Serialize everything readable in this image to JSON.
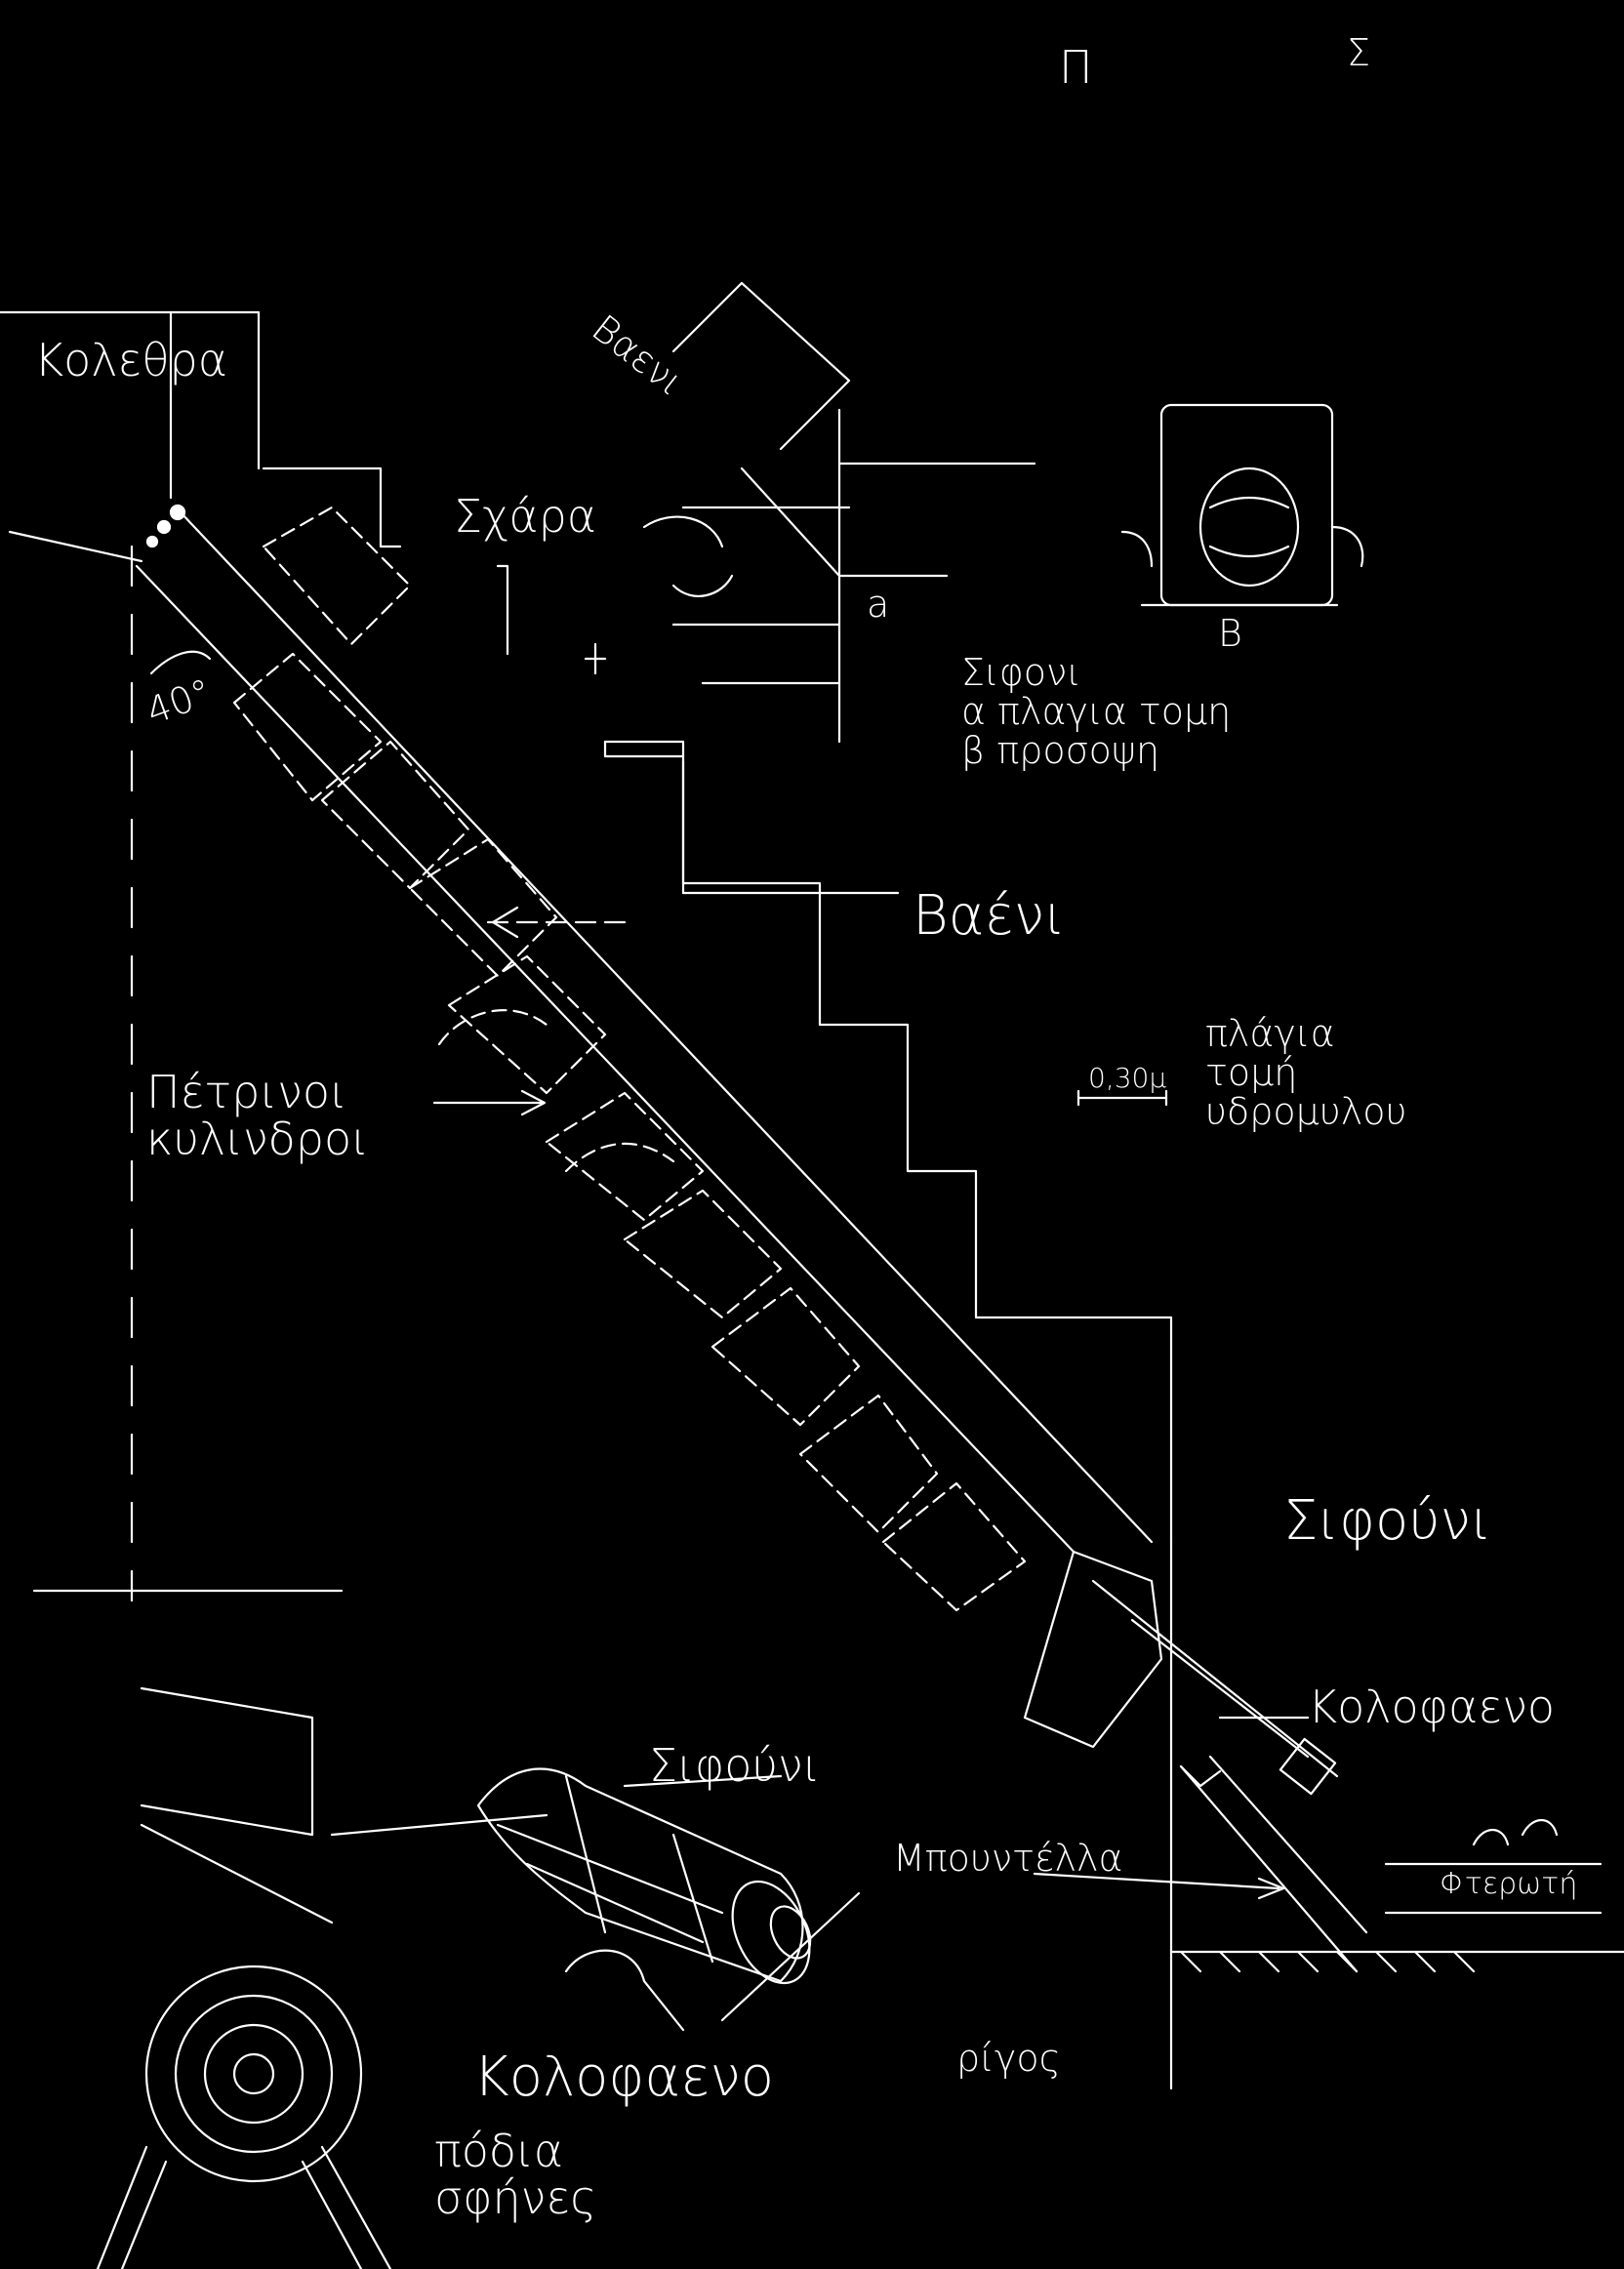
{
  "sheet": {
    "title": "Π",
    "title_sigma": "Σ"
  },
  "labels": {
    "kolethra": "Κολεθρα",
    "eskara": "Σχάρα",
    "vaeni_top": "Βαενι",
    "a_mark": "a",
    "b_mark": "Β",
    "sifoni_views": "Σιφονι\nα πλαγια τομη\nβ προσοψη",
    "vaeni": "Βαένι",
    "petrinoi": "Πέτρινοι\nκυλινδροι",
    "angle": "40°",
    "scale": "0,30μ",
    "side_section": "πλάγια\nτομή\nυδρομυλου",
    "sifouni_right": "Σιφούνι",
    "kolofaeno": "Κολοφαενο",
    "mpountella": "Μπουντέλλα",
    "fteroti": "Φτερωτή",
    "sifouni_detail": "Σιφούνι",
    "kolofaeno_detail": "Κολοφαενο",
    "podia": "πόδια\nσφήνες",
    "rigos": "ρίγος"
  },
  "colors": {
    "background": "#000000",
    "ink": "#ffffff"
  }
}
